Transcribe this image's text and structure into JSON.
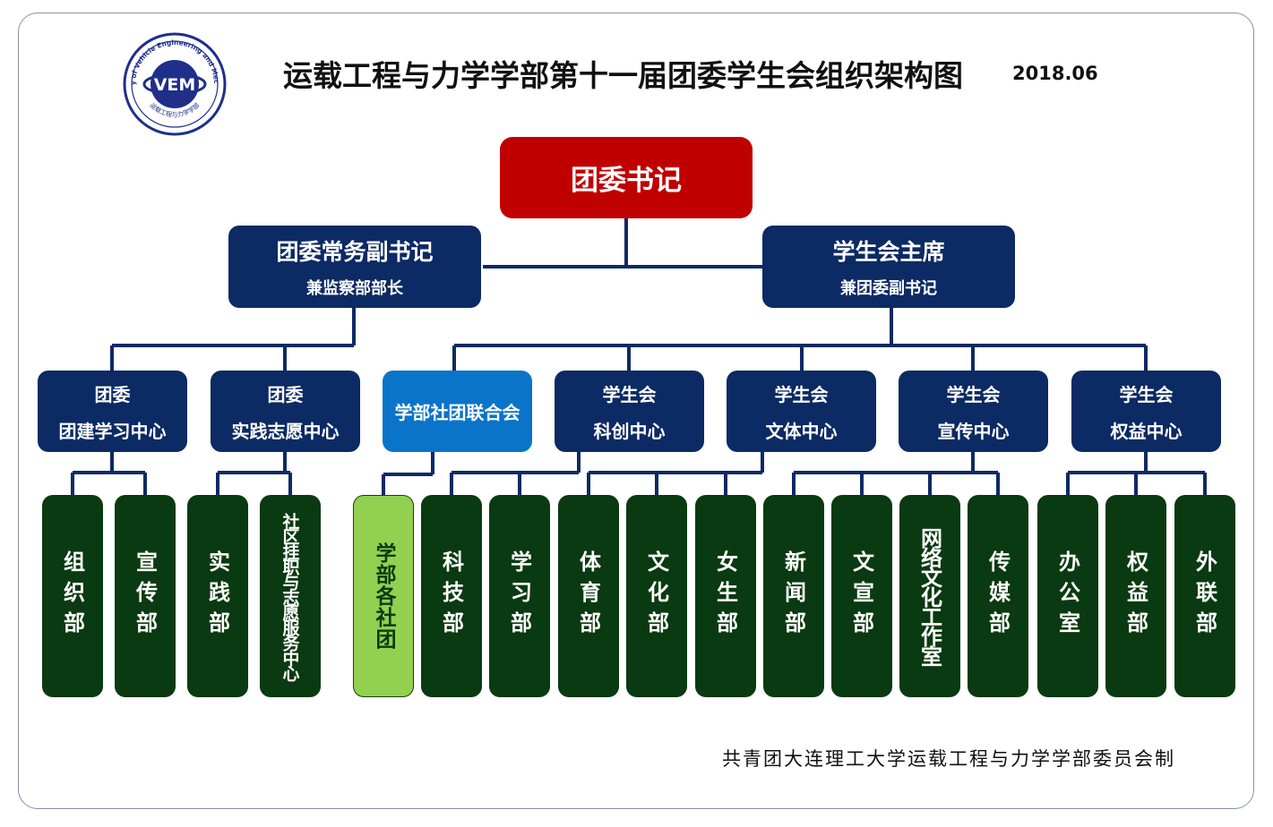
{
  "header": {
    "title": "运载工程与力学学部第十一届团委学生会组织架构图",
    "date": "2018.06",
    "logo_text": "Faculty of Vehicle Engineering and Mechanics",
    "logo_chinese": "运载工程与力学学部",
    "logo_mark": "VEM"
  },
  "top": {
    "label": "团委书记"
  },
  "deputies": [
    {
      "label": "团委常务副书记",
      "sub": "兼监察部部长"
    },
    {
      "label": "学生会主席",
      "sub": "兼团委副书记"
    }
  ],
  "centers": [
    {
      "line1": "团委",
      "line2": "团建学习中心"
    },
    {
      "line1": "团委",
      "line2": "实践志愿中心"
    },
    {
      "line1": "学部社团联合会",
      "line2": ""
    },
    {
      "line1": "学生会",
      "line2": "科创中心"
    },
    {
      "line1": "学生会",
      "line2": "文体中心"
    },
    {
      "line1": "学生会",
      "line2": "宣传中心"
    },
    {
      "line1": "学生会",
      "line2": "权益中心"
    }
  ],
  "departments": [
    "组织部",
    "宣传部",
    "实践部",
    "社区挂职与志愿服务中心",
    "学部各社团",
    "科技部",
    "学习部",
    "体育部",
    "文化部",
    "女生部",
    "新闻部",
    "文宣部",
    "网络文化工作室",
    "传媒部",
    "办公室",
    "权益部",
    "外联部"
  ],
  "footer": "共青团大连理工大学运载工程与力学学部委员会制",
  "colors": {
    "top": "#c00000",
    "navy": "#0c2a63",
    "club": "#0a74c9",
    "dept": "#0a3a11",
    "clubs_dept": "#92d050",
    "connector": "#0c2a63"
  }
}
